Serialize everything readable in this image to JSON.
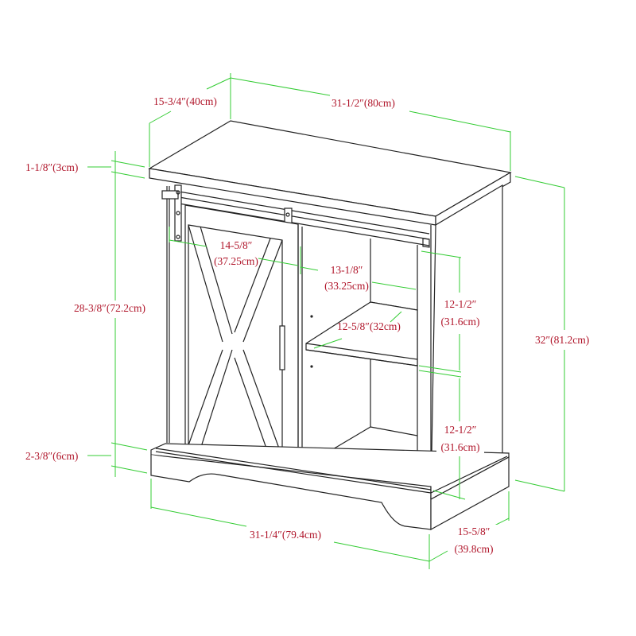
{
  "diagram": {
    "subject": "Sliding barn door accent cabinet — dimension drawing",
    "colors": {
      "outline": "#222222",
      "dimension_line": "#33cc33",
      "label": "#b0152a",
      "background": "#ffffff"
    },
    "dimensions": {
      "top_depth": "15-3/4″(40cm)",
      "top_width": "31-1/2″(80cm)",
      "top_thickness": "1-1/8″(3cm)",
      "body_height": "28-3/8″(72.2cm)",
      "base_height": "2-3/8″(6cm)",
      "overall_height": "32″(81.2cm)",
      "door_width_line1": "14-5/8″",
      "door_width_line2": "(37.25cm)",
      "opening_width_line1": "13-1/8″",
      "opening_width_line2": "(33.25cm)",
      "shelf_depth": "12-5/8″(32cm)",
      "upper_opening_height_line1": "12-1/2″",
      "upper_opening_height_line2": "(31.6cm)",
      "lower_opening_height_line1": "12-1/2″",
      "lower_opening_height_line2": "(31.6cm)",
      "base_width": "31-1/4″(79.4cm)",
      "base_depth_line1": "15-5/8″",
      "base_depth_line2": "(39.8cm)"
    }
  }
}
